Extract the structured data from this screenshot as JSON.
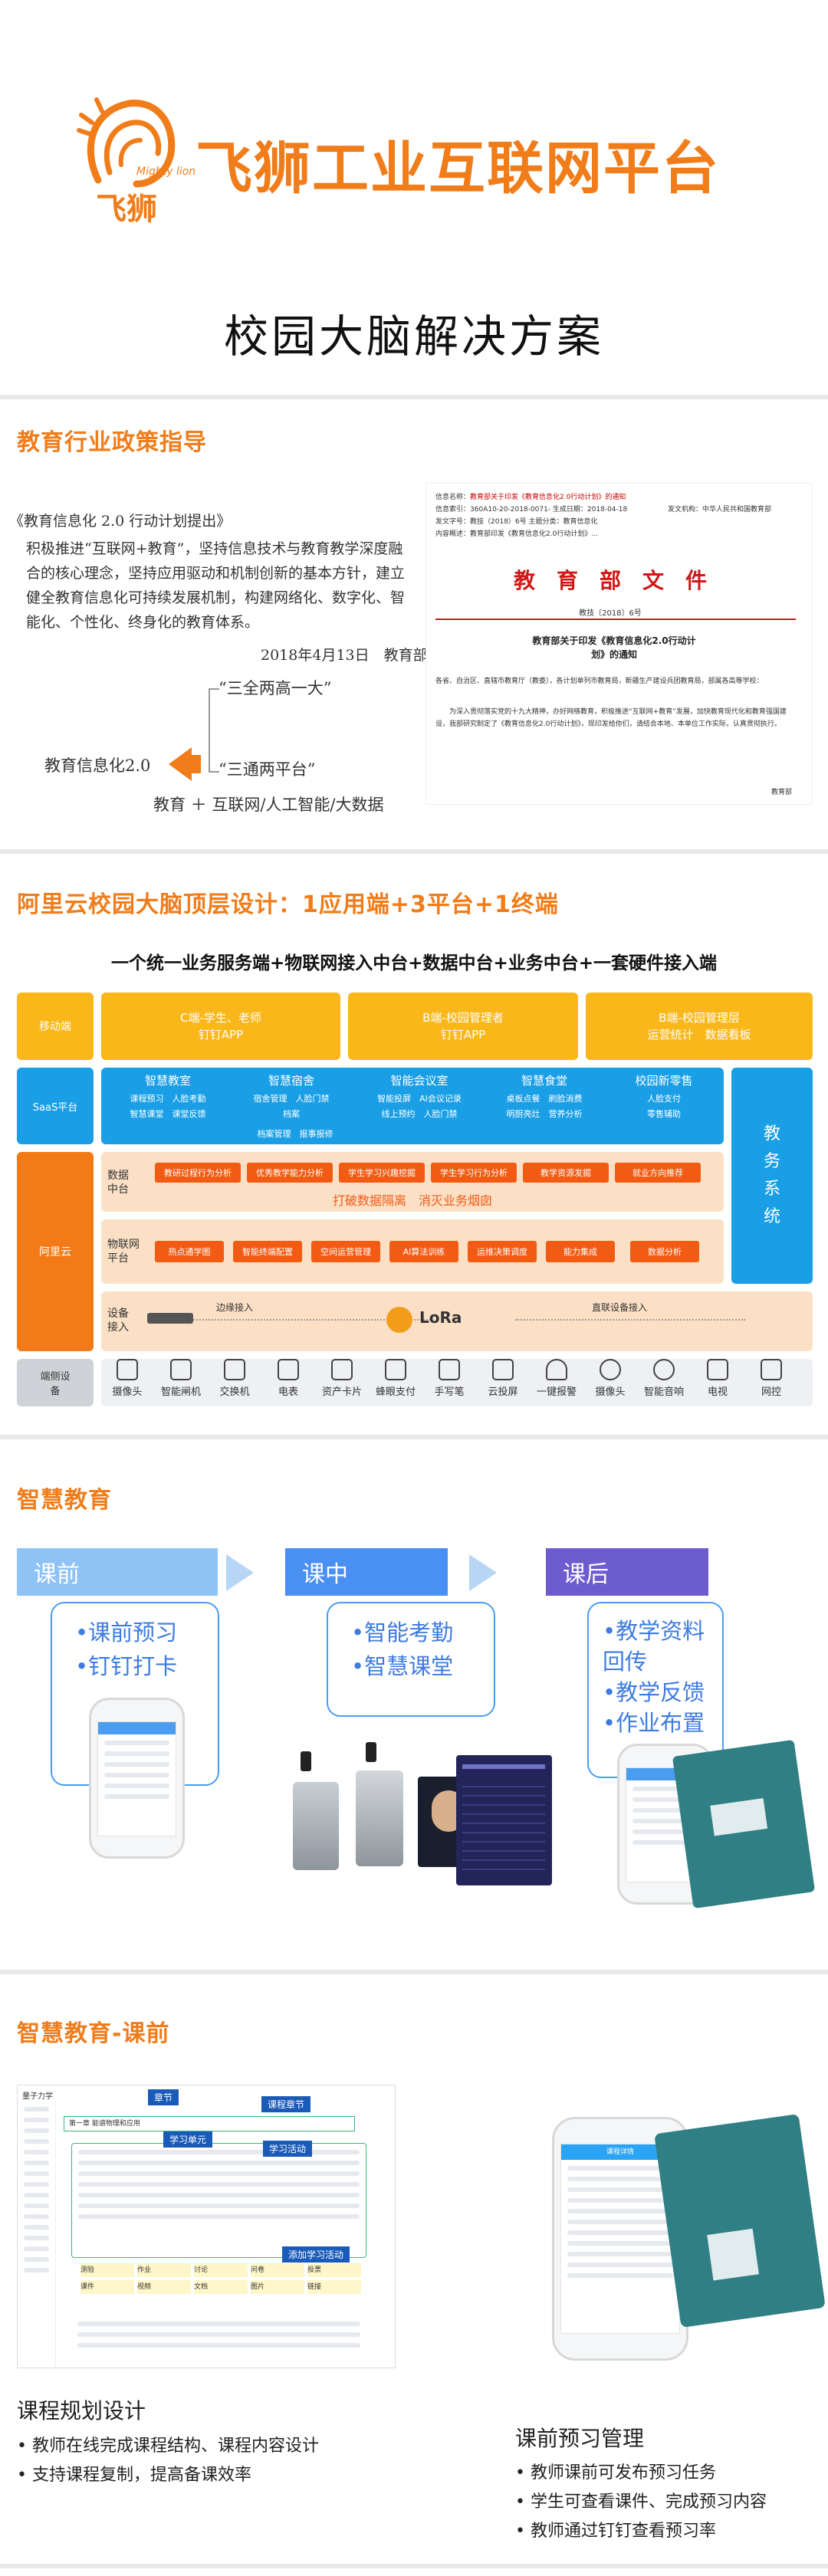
{
  "header": {
    "brand_cn": "飞狮",
    "brand_en": "Mighty lion",
    "platform_name": "飞狮工业互联网平台",
    "page_title": "校园大脑解决方案"
  },
  "policy": {
    "section_title": "教育行业政策指导",
    "quote_title": "《教育信息化 2.0 行动计划提出》",
    "quote_body": "积极推进“互联网+教育”，坚持信息技术与教育教学深度融合的核心理念，坚持应用驱动和机制创新的基本方针，建立健全教育信息化可持续发展机制，构建网络化、数字化、智能化、个性化、终身化的教育体系。",
    "quote_date": "2018年4月13日　教育部",
    "diagram_left": "教育信息化2.0",
    "diagram_line1": "“三全两高一大”",
    "diagram_line2": "“三通两平台”",
    "diagram_line3": "教育 ＋ 互联网/人工智能/大数据",
    "doc": {
      "meta_labels": [
        "信息名称：",
        "信息索引：",
        "发文字号：",
        "内容概述："
      ],
      "meta_values": [
        "教育部关于印发《教育信息化2.0行动计划》的通知",
        "360A10-20-2018-0071- 生成日期：2018-04-18",
        "教技（2018）6号 主题分类：教育信息化",
        "教育部印发《教育信息化2.0行动计划》..."
      ],
      "meta_right": "发文机构：中华人民共和国教育部",
      "red_heading": "教　育　部　文　件",
      "doc_number": "教技〔2018〕6号",
      "doc_title": "教育部关于印发《教育信息化2.0行动计划》的通知",
      "doc_body1": "各省、自治区、直辖市教育厅（教委），各计划单列市教育局，新疆生产建设兵团教育局，部属各高等学校：",
      "doc_body2": "为深入贯彻落实党的十九大精神，办好网络教育，积极推进“互联网+教育”发展，加快教育现代化和教育强国建设，我部研究制定了《教育信息化2.0行动计划》，现印发给你们，请结合本地、本单位工作实际，认真贯彻执行。",
      "doc_sign": "教育部"
    }
  },
  "architecture": {
    "section_title": "阿里云校园大脑顶层设计：1应用端+3平台+1终端",
    "subtitle": "一个统一业务服务端+物联网接入中台+数据中台+业务中台+一套硬件接入端",
    "row_labels": {
      "mobile": "移动端",
      "saas": "SaaS平台",
      "aliyun": "阿里云",
      "terminal": "端侧设备"
    },
    "mobile": [
      {
        "title": "C端-学生、老师",
        "sub": "钉钉APP"
      },
      {
        "title": "B端-校园管理者",
        "sub": "钉钉APP"
      },
      {
        "title": "B端-校园管理层",
        "sub": "运营统计　数据看板"
      }
    ],
    "saas_groups": [
      {
        "title": "智慧教室",
        "items": [
          "课程预习",
          "人脸考勤",
          "智慧课堂",
          "课堂反馈"
        ]
      },
      {
        "title": "智慧宿舍",
        "items": [
          "宿舍管理",
          "人脸门禁",
          "档案",
          "报事报修"
        ]
      },
      {
        "title": "智能会议室",
        "items": [
          "智能投屏",
          "AI会议记录",
          "线上预约",
          "人脸门禁"
        ]
      },
      {
        "title": "智慧食堂",
        "items": [
          "桌板点餐",
          "刷脸消费",
          "明厨亮灶",
          "营养分析"
        ]
      },
      {
        "title": "校园新零售",
        "items": [
          "人脸支付",
          "零售辅助"
        ]
      }
    ],
    "saas_extra": "档案管理　报事报修",
    "side_system": "教务系统",
    "data_platform": {
      "label": "数据中台",
      "tiles": [
        "教研过程行为分析",
        "优秀教学能力分析",
        "学生学习兴趣挖掘",
        "学生学习行为分析",
        "教学资源发掘",
        "就业方向推荐"
      ],
      "footer": "打破数据隔离　消灭业务烟囱"
    },
    "iot_platform": {
      "label": "物联网平台",
      "tiles": [
        "热点通学图",
        "智能终端配置",
        "空间运营管理",
        "AI算法训练",
        "运维决策调度",
        "能力集成",
        "数据分析"
      ]
    },
    "device_access": {
      "label": "设备接入",
      "left": "边缘接入",
      "center": "LoRa",
      "right": "直联设备接入"
    },
    "devices": [
      "摄像头",
      "智能闸机",
      "交换机",
      "电表",
      "资产卡片",
      "蜂眼支付",
      "手写笔",
      "云投屏",
      "一键报警",
      "摄像头",
      "智能音响",
      "电视",
      "网控"
    ]
  },
  "smart_education": {
    "section_title": "智慧教育",
    "phases": [
      {
        "name": "课前",
        "items": [
          "•课前预习",
          "•钉钉打卡"
        ]
      },
      {
        "name": "课中",
        "items": [
          "•智能考勤",
          "•智慧课堂"
        ]
      },
      {
        "name": "课后",
        "items": [
          "•教学资料回传",
          "•教学反馈",
          "•作业布置"
        ]
      }
    ]
  },
  "pre_class": {
    "section_title": "智慧教育-课前",
    "screenshot": {
      "app_name": "量子力学",
      "callouts": [
        "章节",
        "课程章节",
        "学习单元",
        "学习活动",
        "添加学习活动"
      ],
      "row_first": "第一章 能谱物理和应用",
      "grid_items": [
        "测验",
        "作业",
        "讨论",
        "问卷",
        "投票",
        "课件",
        "视频",
        "文档",
        "图片",
        "链接"
      ]
    },
    "left_block": {
      "title": "课程规划设计",
      "bullets": [
        "• 教师在线完成课程结构、课程内容设计",
        "• 支持课程复制，提高备课效率"
      ]
    },
    "right_block": {
      "title": "课前预习管理",
      "bullets": [
        "• 教师课前可发布预习任务",
        "• 学生可查看课件、完成预习内容",
        "• 教师通过钉钉查看预习率"
      ]
    },
    "phone_app_title": "课程详情"
  },
  "colors": {
    "brand_orange": "#f07c1a",
    "arch_yellow": "#f9b71a",
    "arch_blue": "#1a9fe6",
    "arch_orange": "#f37a16",
    "tile_red": "#f25b14",
    "phase_blue": "#4a9df0"
  }
}
